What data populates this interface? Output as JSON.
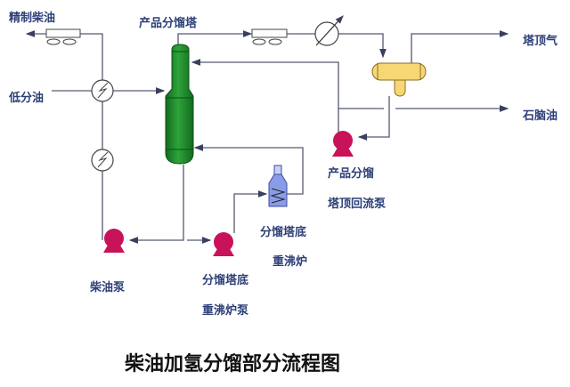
{
  "title": "柴油加氢分馏部分流程图",
  "labels": {
    "refined_diesel": "精制柴油",
    "low_sep_oil": "低分油",
    "column": "产品分馏塔",
    "overhead_gas": "塔顶气",
    "naphtha": "石脑油",
    "reflux_pump_1": "产品分馏",
    "reflux_pump_2": "塔顶回流泵",
    "diesel_pump": "柴油泵",
    "reboiler_pump_1": "分馏塔底",
    "reboiler_pump_2": "重沸炉泵",
    "reboiler_1": "分馏塔底",
    "reboiler_2": "重沸炉"
  },
  "colors": {
    "column": "#1f8a2c",
    "drum": "#f7d774",
    "pump": "#c8125a",
    "reboiler": "#8a9ce8",
    "text": "#2d3f78"
  }
}
